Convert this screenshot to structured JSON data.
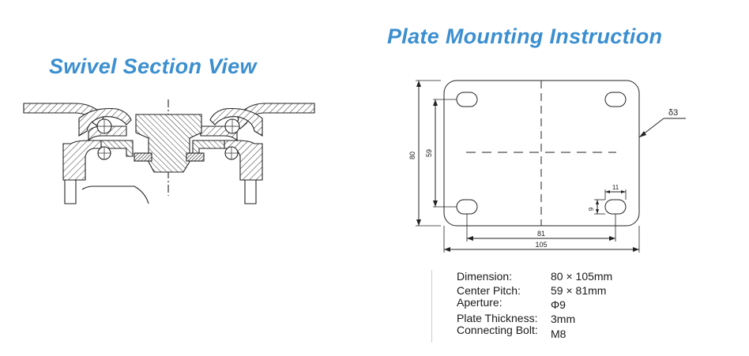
{
  "left_title": "Swivel Section View",
  "right_title": "Plate Mounting Instruction",
  "drawing": {
    "thickness_label": "δ3",
    "dim_height": "80",
    "dim_pitch_y": "59",
    "dim_pitch_x": "81",
    "dim_width": "105",
    "dim_slot_w": "11",
    "dim_slot_h": "9"
  },
  "specs": [
    {
      "label": "Dimension:",
      "value": "80 × 105mm"
    },
    {
      "label": "Center Pitch:",
      "value": "59 × 81mm"
    },
    {
      "label": "Aperture:",
      "value": "Φ9"
    },
    {
      "label": "Plate Thickness:",
      "value": "3mm"
    },
    {
      "label": "Connecting Bolt:",
      "value": "M8"
    }
  ]
}
